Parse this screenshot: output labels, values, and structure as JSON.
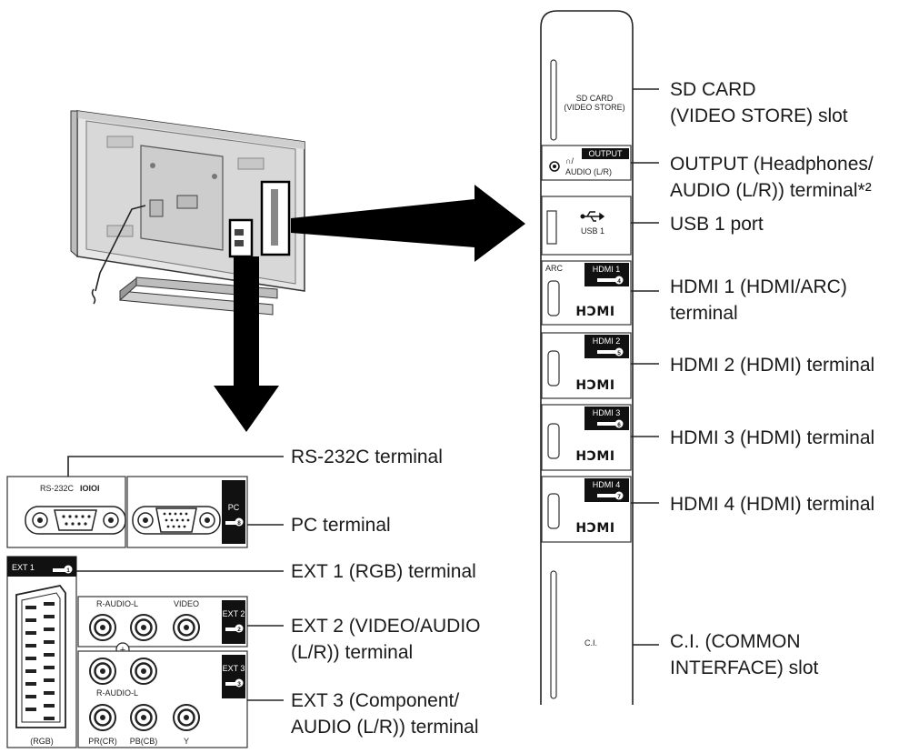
{
  "strip_labels": {
    "sd_card": [
      "SD CARD",
      "(VIDEO STORE)"
    ],
    "headphone_symbol": "∩/",
    "output_tag": "OUTPUT",
    "audio_lr": "AUDIO (L/R)",
    "usb_port": "USB 1",
    "arc": "ARC",
    "hdmi_tags": [
      "HDMI 1",
      "HDMI 2",
      "HDMI 3",
      "HDMI 4"
    ],
    "hdmi_numbers": [
      "4",
      "5",
      "6",
      "7"
    ],
    "hdmi_logo": "HƆMI",
    "ci": "C.I."
  },
  "panel_labels": {
    "rs232c": "RS-232C",
    "rs232c_symbol": "IOIOI",
    "pc": "PC",
    "pc_number": "8",
    "ext1": "EXT 1",
    "ext1_number": "1",
    "rgb": "(RGB)",
    "ext2": "EXT 2",
    "ext2_number": "2",
    "ext3": "EXT 3",
    "ext3_number": "3",
    "r_audio_l_top": "R-AUDIO-L",
    "video": "VIDEO",
    "plus": "+",
    "r_audio_l_bottom": "R-AUDIO-L",
    "pr": "PR(CR)",
    "pb": "PB(CB)",
    "y": "Y"
  },
  "callouts": {
    "sd_line1": "SD CARD",
    "sd_line2": "(VIDEO STORE) slot",
    "output_line1": "OUTPUT (Headphones/",
    "output_line2": "AUDIO (L/R)) terminal*²",
    "usb": "USB 1 port",
    "hdmi1_line1": "HDMI 1 (HDMI/ARC)",
    "hdmi1_line2": "terminal",
    "hdmi2": "HDMI 2 (HDMI) terminal",
    "hdmi3": "HDMI 3 (HDMI) terminal",
    "hdmi4": "HDMI 4 (HDMI) terminal",
    "ci_line1": "C.I. (COMMON",
    "ci_line2": "INTERFACE) slot",
    "rs232c": "RS-232C terminal",
    "pc": "PC terminal",
    "ext1": "EXT 1 (RGB) terminal",
    "ext2_line1": "EXT 2 (VIDEO/AUDIO",
    "ext2_line2": "(L/R)) terminal",
    "ext3_line1": "EXT 3 (Component/",
    "ext3_line2": "AUDIO (L/R)) terminal"
  }
}
